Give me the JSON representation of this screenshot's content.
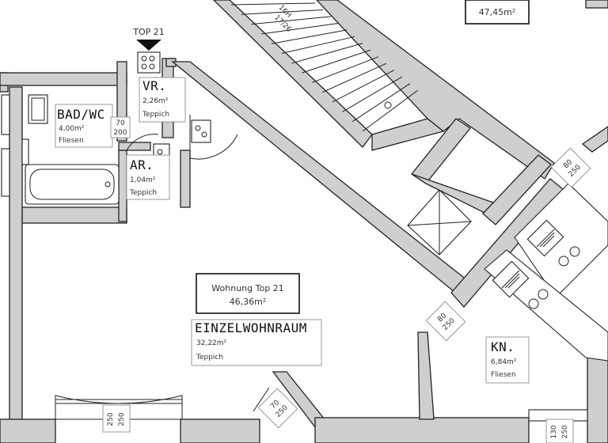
{
  "unit_label": "TOP 21",
  "unit_box": {
    "name": "Wohnung Top 21",
    "area": "46,36m²"
  },
  "top_right_area": "47,45m²",
  "stair": {
    "line1": "16H",
    "line2": "17/26"
  },
  "rooms": {
    "vr": {
      "name": "VR.",
      "area": "2,26m²",
      "floor": "Teppich"
    },
    "bad": {
      "name": "BAD/WC",
      "area": "4,00m²",
      "floor": "Fliesen"
    },
    "ar": {
      "name": "AR.",
      "area": "1,04m²",
      "floor": "Teppich"
    },
    "ewr": {
      "name": "EINZELWOHNRAUM",
      "area": "32,22m²",
      "floor": "Teppich"
    },
    "kn": {
      "name": "KN.",
      "area": "6,84m²",
      "floor": "Fliesen"
    }
  },
  "door_tags": {
    "bad_door": {
      "w": "70",
      "h": "200"
    },
    "right_door": {
      "w": "80",
      "h": "250"
    },
    "kn_door": {
      "w": "80",
      "h": "250"
    },
    "win_bottom": {
      "w": "250",
      "h": "250"
    },
    "entry_door": {
      "w": "70",
      "h": "250"
    },
    "right_win": {
      "w": "130",
      "h": "250"
    }
  }
}
